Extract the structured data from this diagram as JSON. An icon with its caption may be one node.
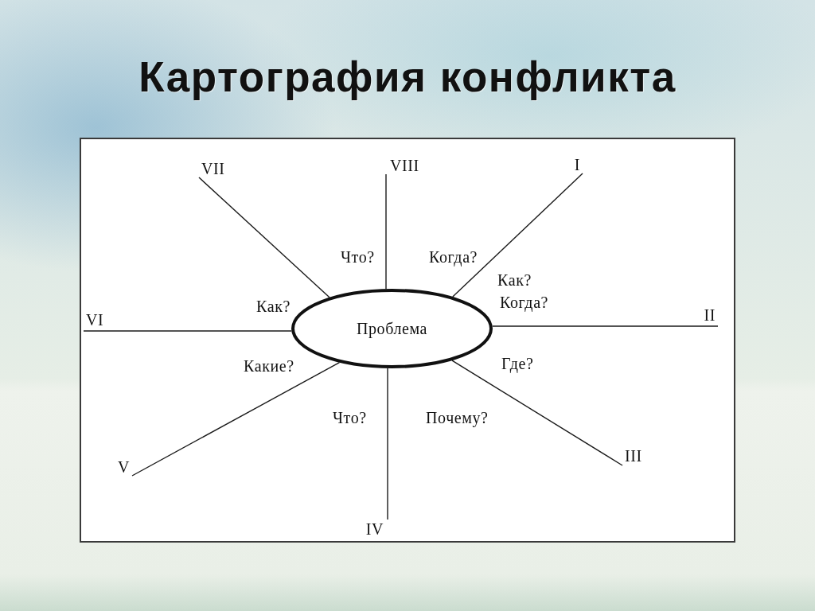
{
  "diagram": {
    "title": "Картография конфликта",
    "nodes": [
      {
        "text": [
          "VII"
        ]
      },
      {
        "text": [
          "VIII"
        ]
      },
      {
        "text": [
          "I"
        ]
      },
      {
        "text": [
          "VI"
        ]
      },
      {
        "text": [
          "Проблема"
        ]
      },
      {
        "text": [
          "II"
        ]
      },
      {
        "text": [
          "V"
        ]
      },
      {
        "text": [
          "III"
        ]
      },
      {
        "text": [
          "IV"
        ]
      }
    ],
    "edges": [
      {
        "from": 4,
        "to": 2,
        "arrow": "none"
      },
      {
        "from": 4,
        "to": 5,
        "arrow": "none"
      },
      {
        "from": 4,
        "to": 7,
        "arrow": "none"
      },
      {
        "from": 4,
        "to": 8,
        "arrow": "none"
      },
      {
        "from": 4,
        "to": 6,
        "arrow": "none"
      },
      {
        "from": 4,
        "to": 3,
        "arrow": "none"
      },
      {
        "from": 4,
        "to": 0,
        "arrow": "none"
      },
      {
        "from": 4,
        "to": 1,
        "arrow": "none"
      }
    ],
    "labels": [
      "Что?",
      "Когда?",
      "Как?",
      "Как?",
      "Когда?",
      "Какие?",
      "Где?",
      "Что?",
      "Почему?"
    ]
  }
}
